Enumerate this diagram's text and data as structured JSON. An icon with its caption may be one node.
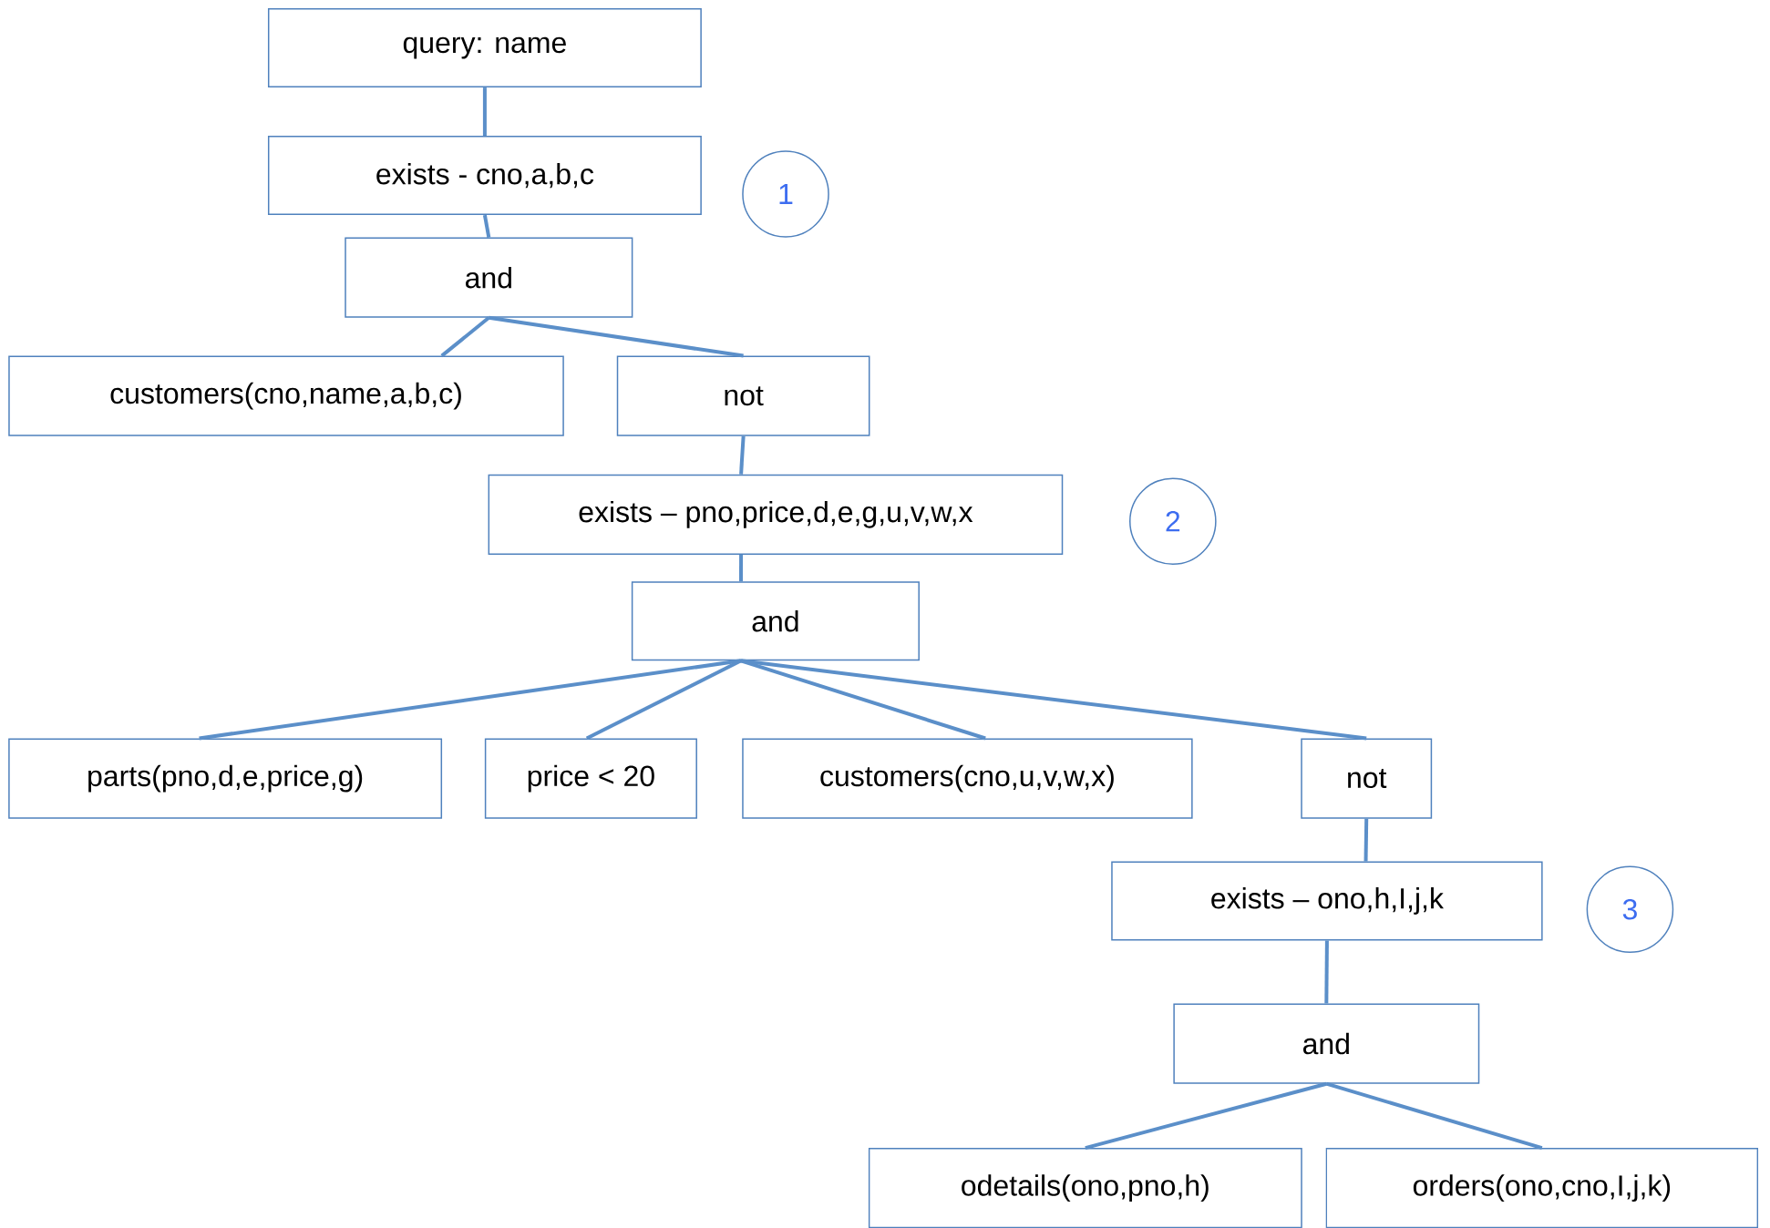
{
  "diagram": {
    "nodes": [
      {
        "text": [
          "query: name"
        ]
      },
      {
        "text": [
          "exists - cno,a,b,c"
        ]
      },
      {
        "text": [
          "1"
        ]
      },
      {
        "text": [
          "and"
        ]
      },
      {
        "text": [
          "customers(cno,name,a,b,c)"
        ]
      },
      {
        "text": [
          "not"
        ]
      },
      {
        "text": [
          "exists – pno,price,d,e,g,u,v,w,x"
        ]
      },
      {
        "text": [
          "2"
        ]
      },
      {
        "text": [
          "and"
        ]
      },
      {
        "text": [
          "parts(pno,d,e,price,g)"
        ]
      },
      {
        "text": [
          "price < 20"
        ]
      },
      {
        "text": [
          "customers(cno,u,v,w,x)"
        ]
      },
      {
        "text": [
          "not"
        ]
      },
      {
        "text": [
          "exists – ono,h,I,j,k"
        ]
      },
      {
        "text": [
          "3"
        ]
      },
      {
        "text": [
          "and"
        ]
      },
      {
        "text": [
          "odetails(ono,pno,h)"
        ]
      },
      {
        "text": [
          "orders(ono,cno,I,j,k)"
        ]
      }
    ],
    "edges": [
      {
        "from": 0,
        "to": 1,
        "arrow": "none"
      },
      {
        "from": 1,
        "to": 3,
        "arrow": "none"
      },
      {
        "from": 3,
        "to": 4,
        "arrow": "none"
      },
      {
        "from": 3,
        "to": 5,
        "arrow": "none"
      },
      {
        "from": 5,
        "to": 6,
        "arrow": "none"
      },
      {
        "from": 6,
        "to": 8,
        "arrow": "none"
      },
      {
        "from": 8,
        "to": 9,
        "arrow": "none"
      },
      {
        "from": 8,
        "to": 10,
        "arrow": "none"
      },
      {
        "from": 8,
        "to": 11,
        "arrow": "none"
      },
      {
        "from": 8,
        "to": 12,
        "arrow": "none"
      },
      {
        "from": 12,
        "to": 13,
        "arrow": "none"
      },
      {
        "from": 13,
        "to": 15,
        "arrow": "none"
      },
      {
        "from": 15,
        "to": 16,
        "arrow": "none"
      },
      {
        "from": 15,
        "to": 17,
        "arrow": "none"
      }
    ]
  }
}
